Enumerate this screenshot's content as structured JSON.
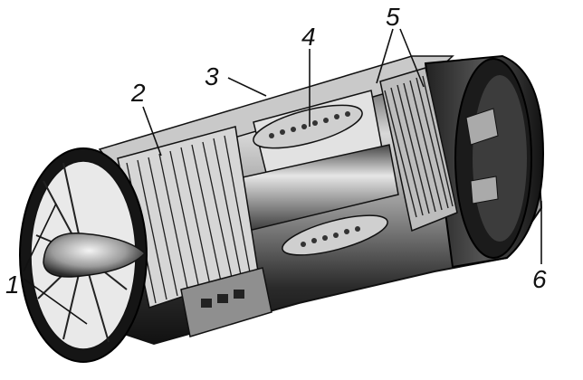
{
  "diagram": {
    "colors": {
      "ink": "#111111",
      "dark": "#2a2a2a",
      "mid": "#7a7a7a",
      "light": "#cfcfcf",
      "paper": "#ffffff"
    },
    "callouts": [
      {
        "id": "1",
        "text": "1"
      },
      {
        "id": "2",
        "text": "2"
      },
      {
        "id": "3",
        "text": "3"
      },
      {
        "id": "4",
        "text": "4"
      },
      {
        "id": "5",
        "text": "5"
      },
      {
        "id": "6",
        "text": "6"
      }
    ]
  }
}
